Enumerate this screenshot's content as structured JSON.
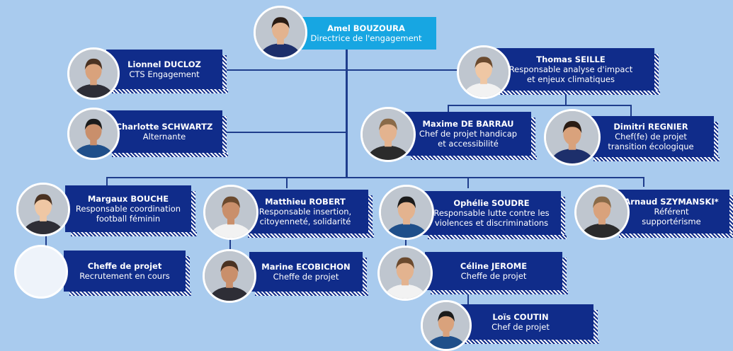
{
  "people": [
    {
      "id": "amel",
      "name": "Amel BOUZOURA",
      "role": [
        "Directrice de l'engagement"
      ],
      "accent": true
    },
    {
      "id": "lionnel",
      "name": "Lionnel DUCLOZ",
      "role": [
        "CTS Engagement"
      ]
    },
    {
      "id": "thomas",
      "name": "Thomas SEILLE",
      "role": [
        "Responsable analyse d'impact",
        "et enjeux climatiques"
      ]
    },
    {
      "id": "charlotte",
      "name": "Charlotte SCHWARTZ",
      "role": [
        "Alternante"
      ]
    },
    {
      "id": "maxime",
      "name": "Maxime DE BARRAU",
      "role": [
        "Chef de projet handicap",
        "et accessibilité"
      ]
    },
    {
      "id": "dimitri",
      "name": "Dimitri REGNIER",
      "role": [
        "Chef(fe) de projet",
        "transition écologique"
      ]
    },
    {
      "id": "margaux",
      "name": "Margaux BOUCHE",
      "role": [
        "Responsable coordination",
        "football féminin"
      ]
    },
    {
      "id": "matthieu",
      "name": "Matthieu ROBERT",
      "role": [
        "Responsable insertion,",
        "citoyenneté, solidarité"
      ]
    },
    {
      "id": "ophelie",
      "name": "Ophélie SOUDRE",
      "role": [
        "Responsable lutte contre les",
        "violences et discriminations"
      ]
    },
    {
      "id": "arnaud",
      "name": "Arnaud SZYMANSKI*",
      "role": [
        "Référent",
        "supportérisme"
      ]
    },
    {
      "id": "vacant",
      "name": "Cheffe de projet",
      "role": [
        "Recrutement en cours"
      ],
      "empty": true
    },
    {
      "id": "marine",
      "name": "Marine ECOBICHON",
      "role": [
        "Cheffe de projet"
      ]
    },
    {
      "id": "celine",
      "name": "Céline JEROME",
      "role": [
        "Cheffe de projet"
      ]
    },
    {
      "id": "lois",
      "name": "Loïs COUTIN",
      "role": [
        "Chef de projet"
      ]
    }
  ],
  "icons": {
    "avatar": "person-photo-icon",
    "vacant": "empty-photo-icon"
  },
  "colors": {
    "background": "#a9cbee",
    "card": "#102c8a",
    "accent": "#17a6e2",
    "line": "#1f3d8c"
  }
}
